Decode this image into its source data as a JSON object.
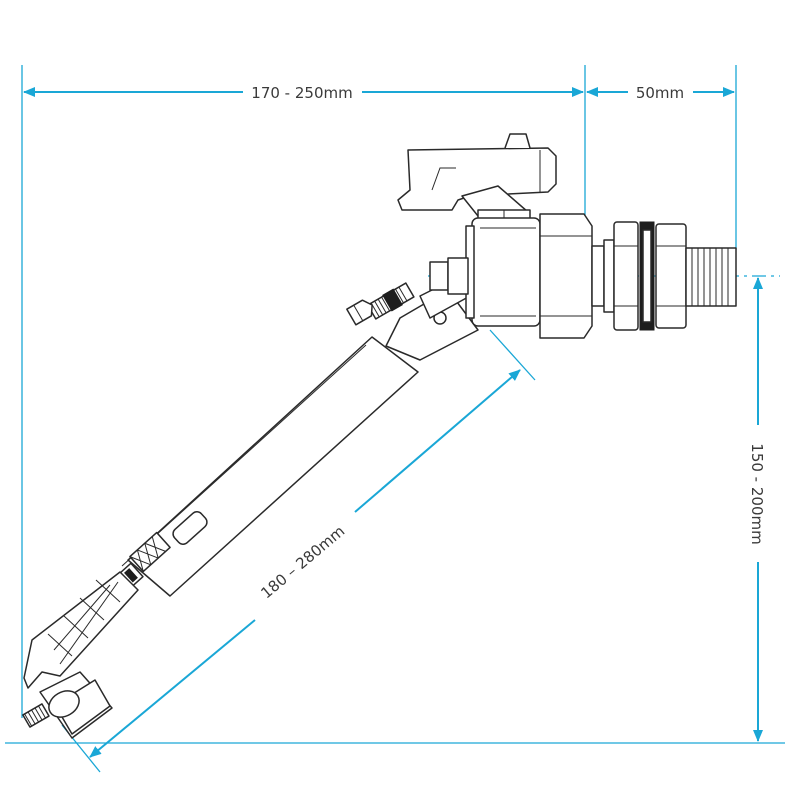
{
  "dimensions": {
    "top_span": "170 - 250mm",
    "right_span": "50mm",
    "arm_length": "180 – 280mm",
    "height": "150 - 200mm"
  },
  "colors": {
    "dimension": "#1aa7d6",
    "outline": "#2a2a2a"
  }
}
